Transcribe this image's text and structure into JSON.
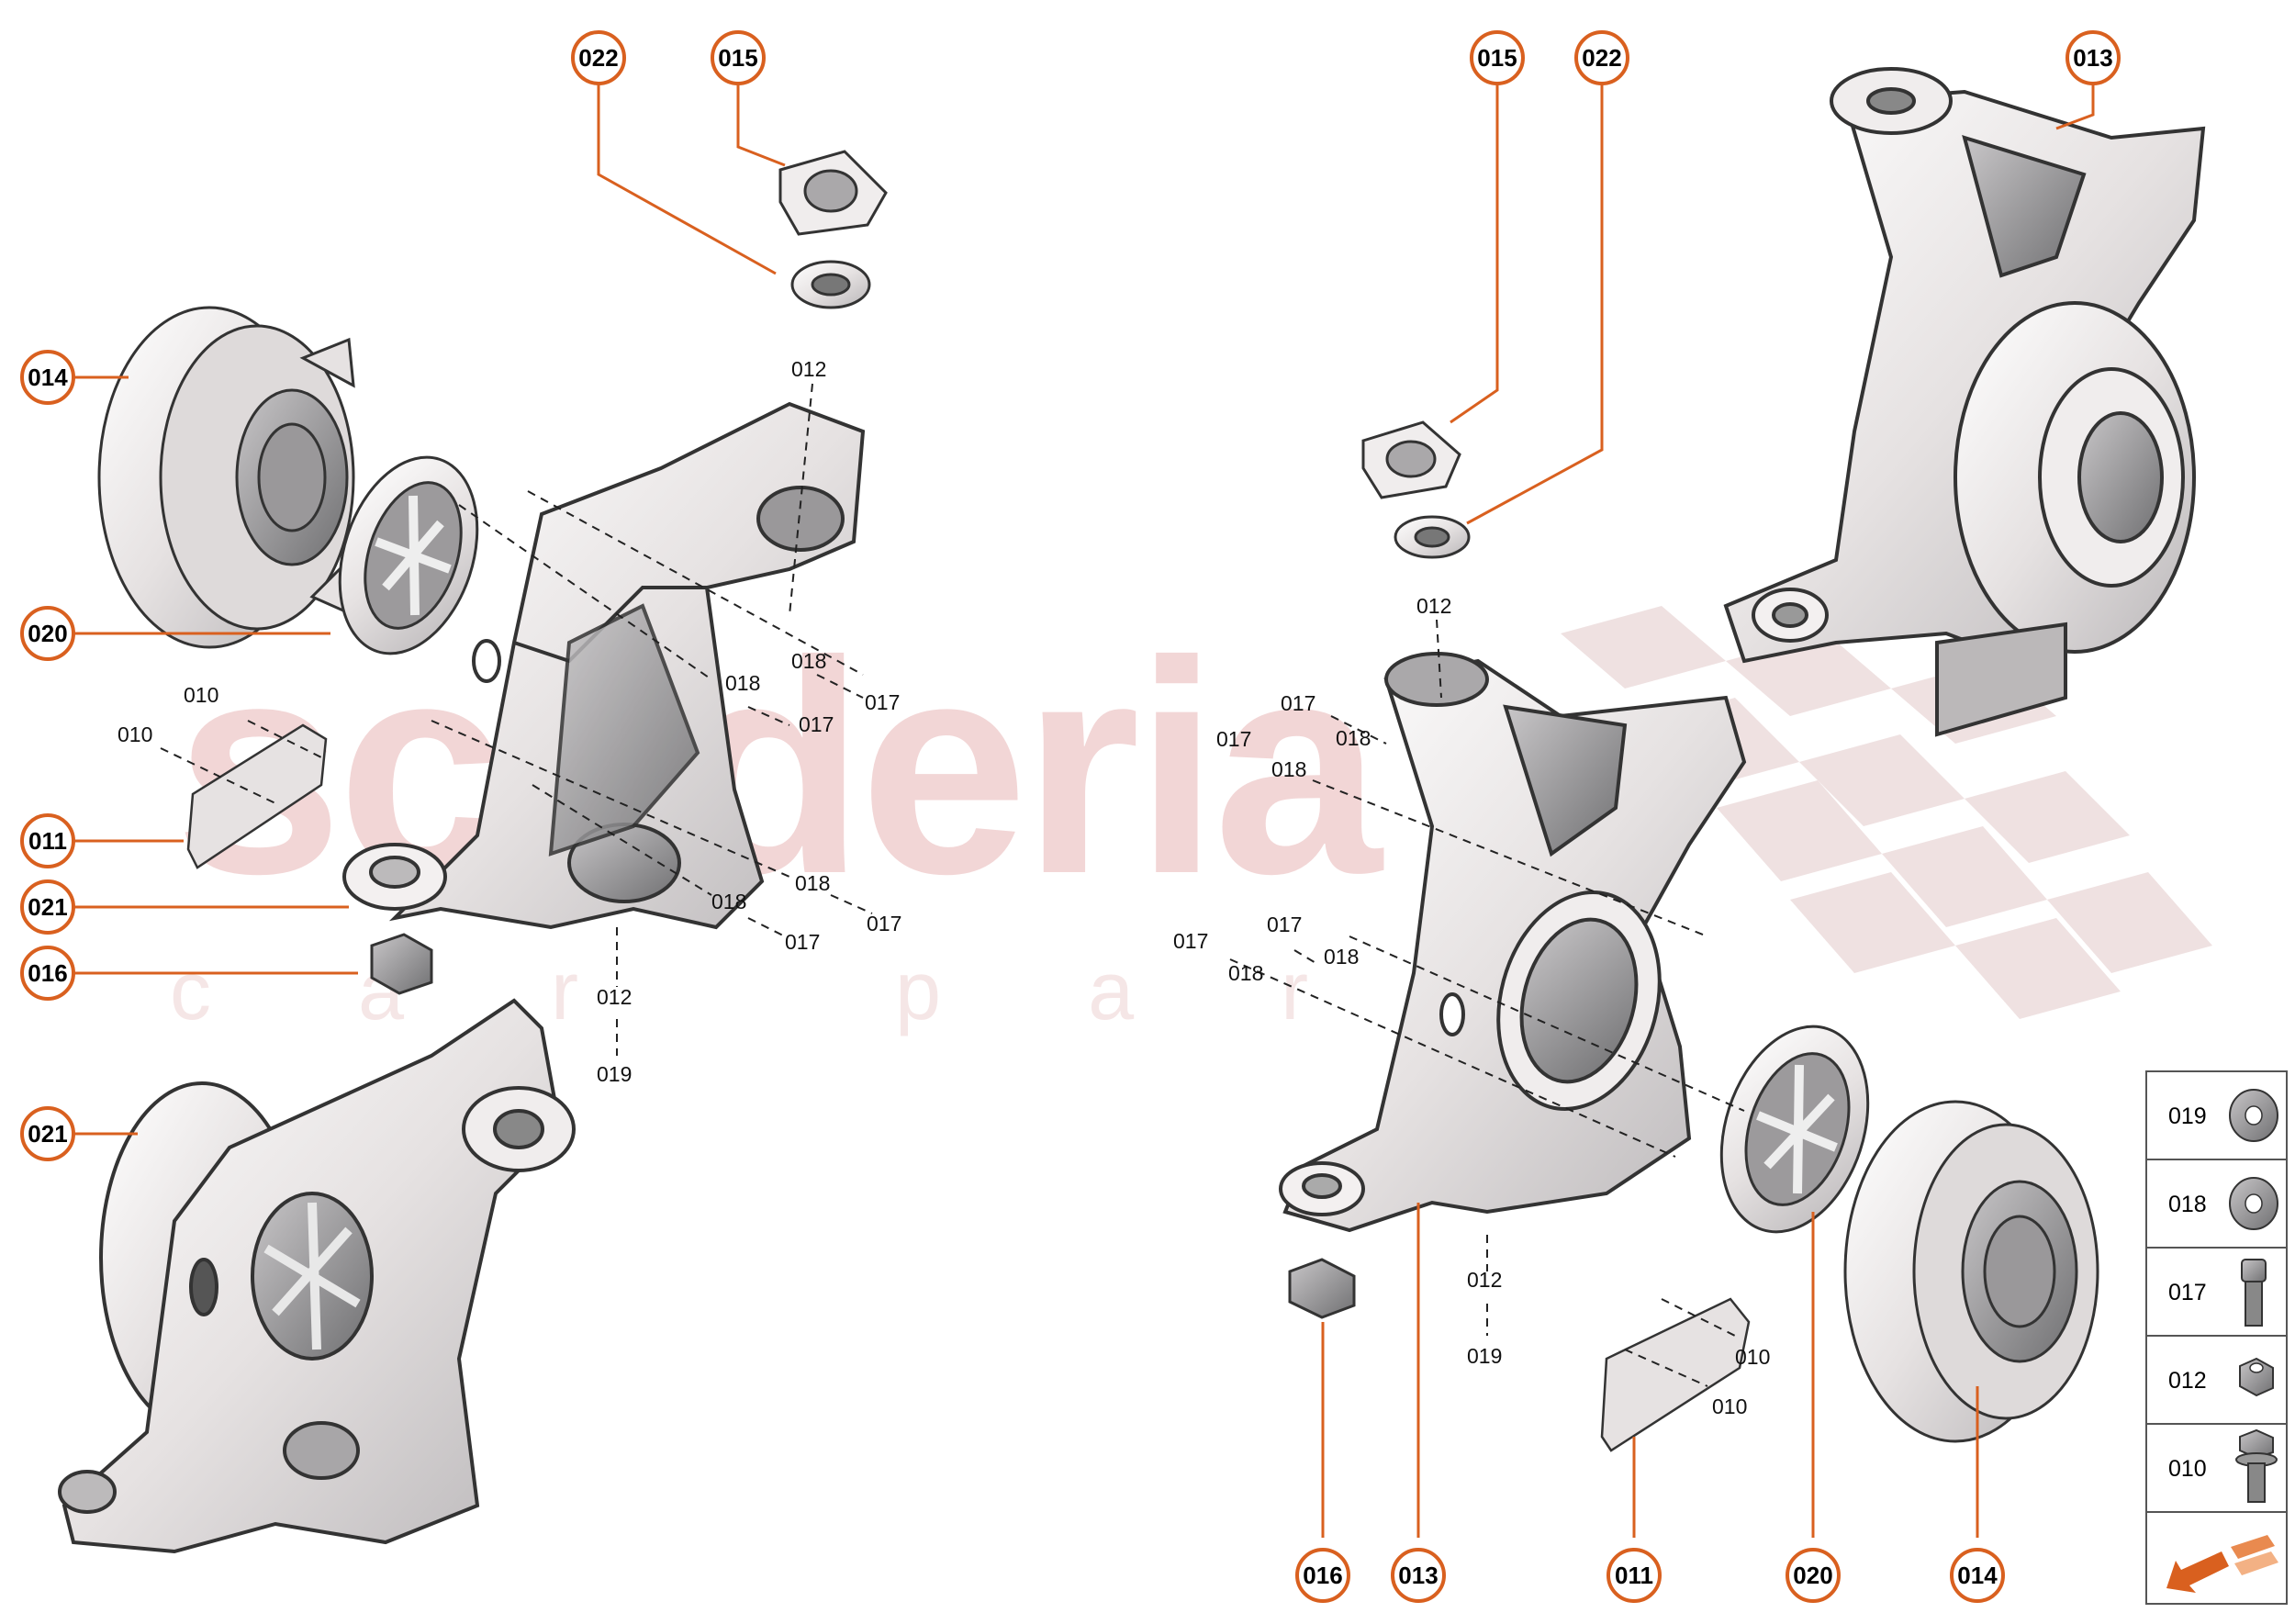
{
  "watermark": {
    "brand": "scuderia",
    "sub": "car parts"
  },
  "colors": {
    "accent": "#d9601f",
    "line": "#222222",
    "part_fill": "#e8e4e4",
    "part_dark": "#8a8a8c",
    "watermark": "#e9b6b6"
  },
  "callouts": [
    "022",
    "015",
    "014",
    "020",
    "011",
    "021",
    "016",
    "021",
    "015",
    "022",
    "013",
    "016",
    "013",
    "011",
    "020",
    "014"
  ],
  "refs": [
    "012",
    "018",
    "017",
    "018",
    "017",
    "010",
    "010",
    "018",
    "017",
    "018",
    "017",
    "012",
    "019",
    "012",
    "017",
    "018",
    "017",
    "018",
    "017",
    "018",
    "017",
    "018",
    "012",
    "019",
    "010",
    "010"
  ],
  "legend": [
    {
      "code": "019",
      "icon": "washer-flat-icon"
    },
    {
      "code": "018",
      "icon": "washer-icon"
    },
    {
      "code": "017",
      "icon": "socket-bolt-icon"
    },
    {
      "code": "012",
      "icon": "hex-nut-icon"
    },
    {
      "code": "010",
      "icon": "flange-bolt-icon"
    }
  ],
  "legend_nav_icon": "arrow-left-icon"
}
